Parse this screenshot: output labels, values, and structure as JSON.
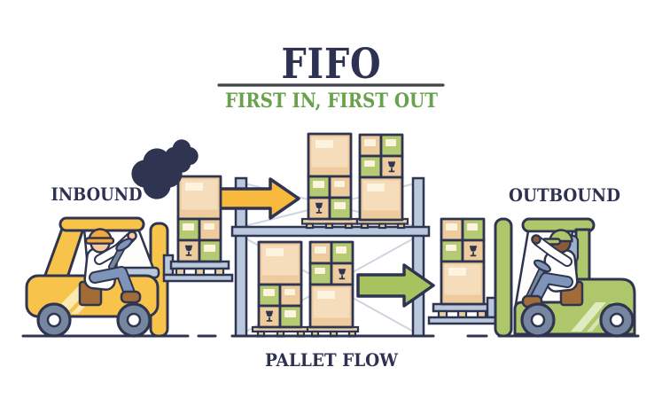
{
  "header": {
    "title": "FIFO",
    "subtitle": "FIRST IN, FIRST OUT"
  },
  "labels": {
    "inbound": "INBOUND",
    "outbound": "OUTBOUND",
    "pallet_flow": "PALLET FLOW"
  },
  "colors": {
    "outline": "#2f3450",
    "title_navy": "#2d3252",
    "green_text": "#69a24d",
    "divider": "#3d4248",
    "arrow_in": "#f7ba3e",
    "arrow_out": "#a6c35f",
    "forklift_yellow": "#f7c34b",
    "highlight_yellow": "#fcecbc",
    "forklift_green": "#adc76a",
    "highlight_green": "#e2edc6",
    "box_tan": "#edcb9c",
    "box_tan_light": "#f5dcba",
    "box_label": "#fdf4df",
    "box_green": "#b6ca73",
    "steel_blue": "#b9c8dc",
    "brace_gray": "#cdd5df",
    "wheel_gray": "#75869e",
    "pallet_tan": "#e9cfa4",
    "skin_light": "#f3caa1",
    "skin_dark": "#8a5a3b",
    "hat_orange": "#f3a83e",
    "denim": "#7e94b8",
    "hair_gray": "#9db1c9",
    "suitcase_brown": "#a26c39"
  }
}
